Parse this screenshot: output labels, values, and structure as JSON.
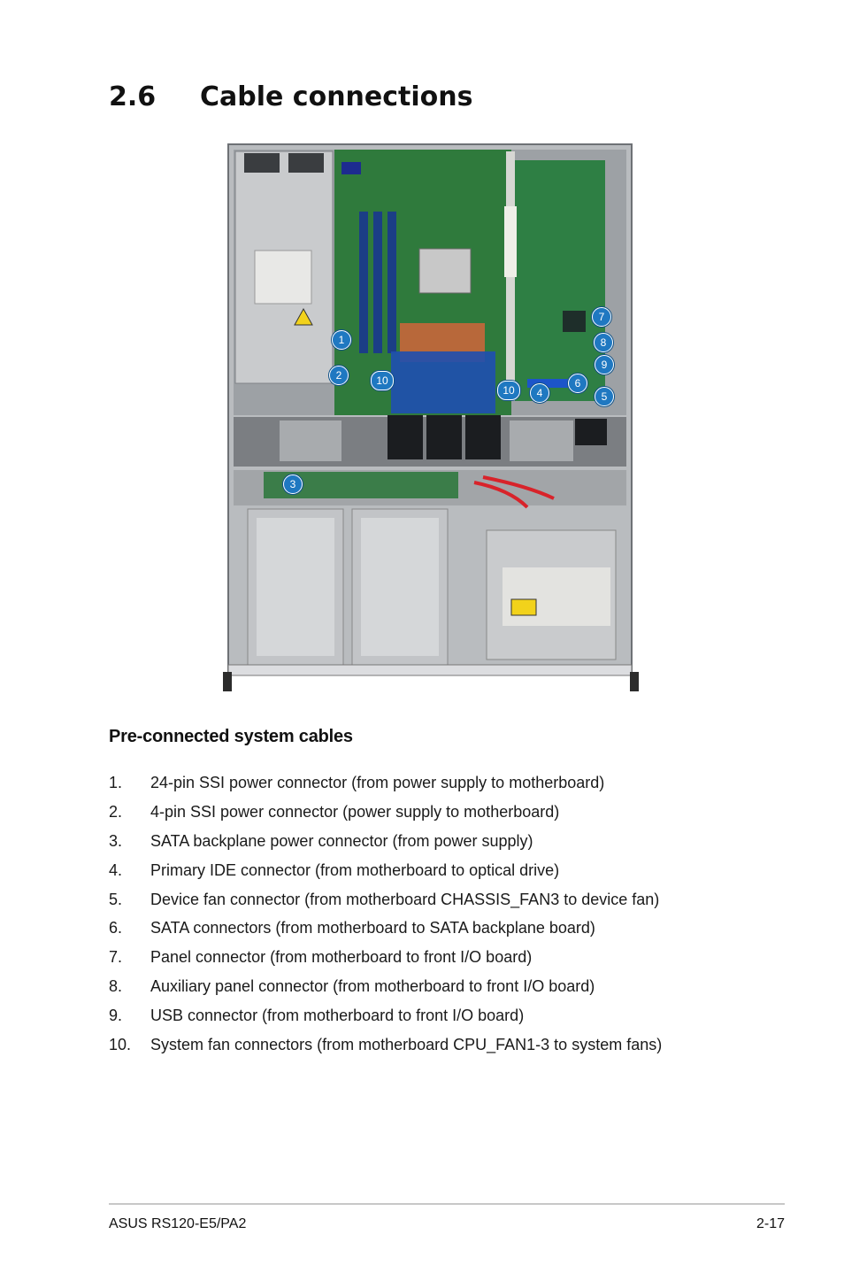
{
  "section": {
    "number": "2.6",
    "title": "Cable connections"
  },
  "figure": {
    "callouts": [
      "1",
      "2",
      "10",
      "3",
      "7",
      "8",
      "9",
      "10",
      "4",
      "6",
      "5"
    ]
  },
  "cables": {
    "heading": "Pre-connected system cables",
    "items": [
      {
        "num": "1.",
        "text": "24-pin SSI power connector (from power supply to motherboard)"
      },
      {
        "num": "2.",
        "text": "4-pin SSI power connector (power supply to motherboard)"
      },
      {
        "num": "3.",
        "text": "SATA backplane power connector (from power supply)"
      },
      {
        "num": "4.",
        "text": "Primary IDE connector (from motherboard to optical drive)"
      },
      {
        "num": "5.",
        "text": "Device fan connector (from motherboard CHASSIS_FAN3 to device fan)"
      },
      {
        "num": "6.",
        "text": "SATA connectors (from motherboard to SATA backplane board)"
      },
      {
        "num": "7.",
        "text": "Panel connector (from motherboard to front I/O board)"
      },
      {
        "num": "8.",
        "text": "Auxiliary panel connector (from motherboard to front I/O board)"
      },
      {
        "num": "9.",
        "text": "USB connector (from motherboard to front I/O board)"
      },
      {
        "num": "10.",
        "text": "System fan connectors (from motherboard CPU_FAN1-3 to system fans)"
      }
    ]
  },
  "footer": {
    "product": "ASUS RS120-E5/PA2",
    "page": "2-17"
  }
}
